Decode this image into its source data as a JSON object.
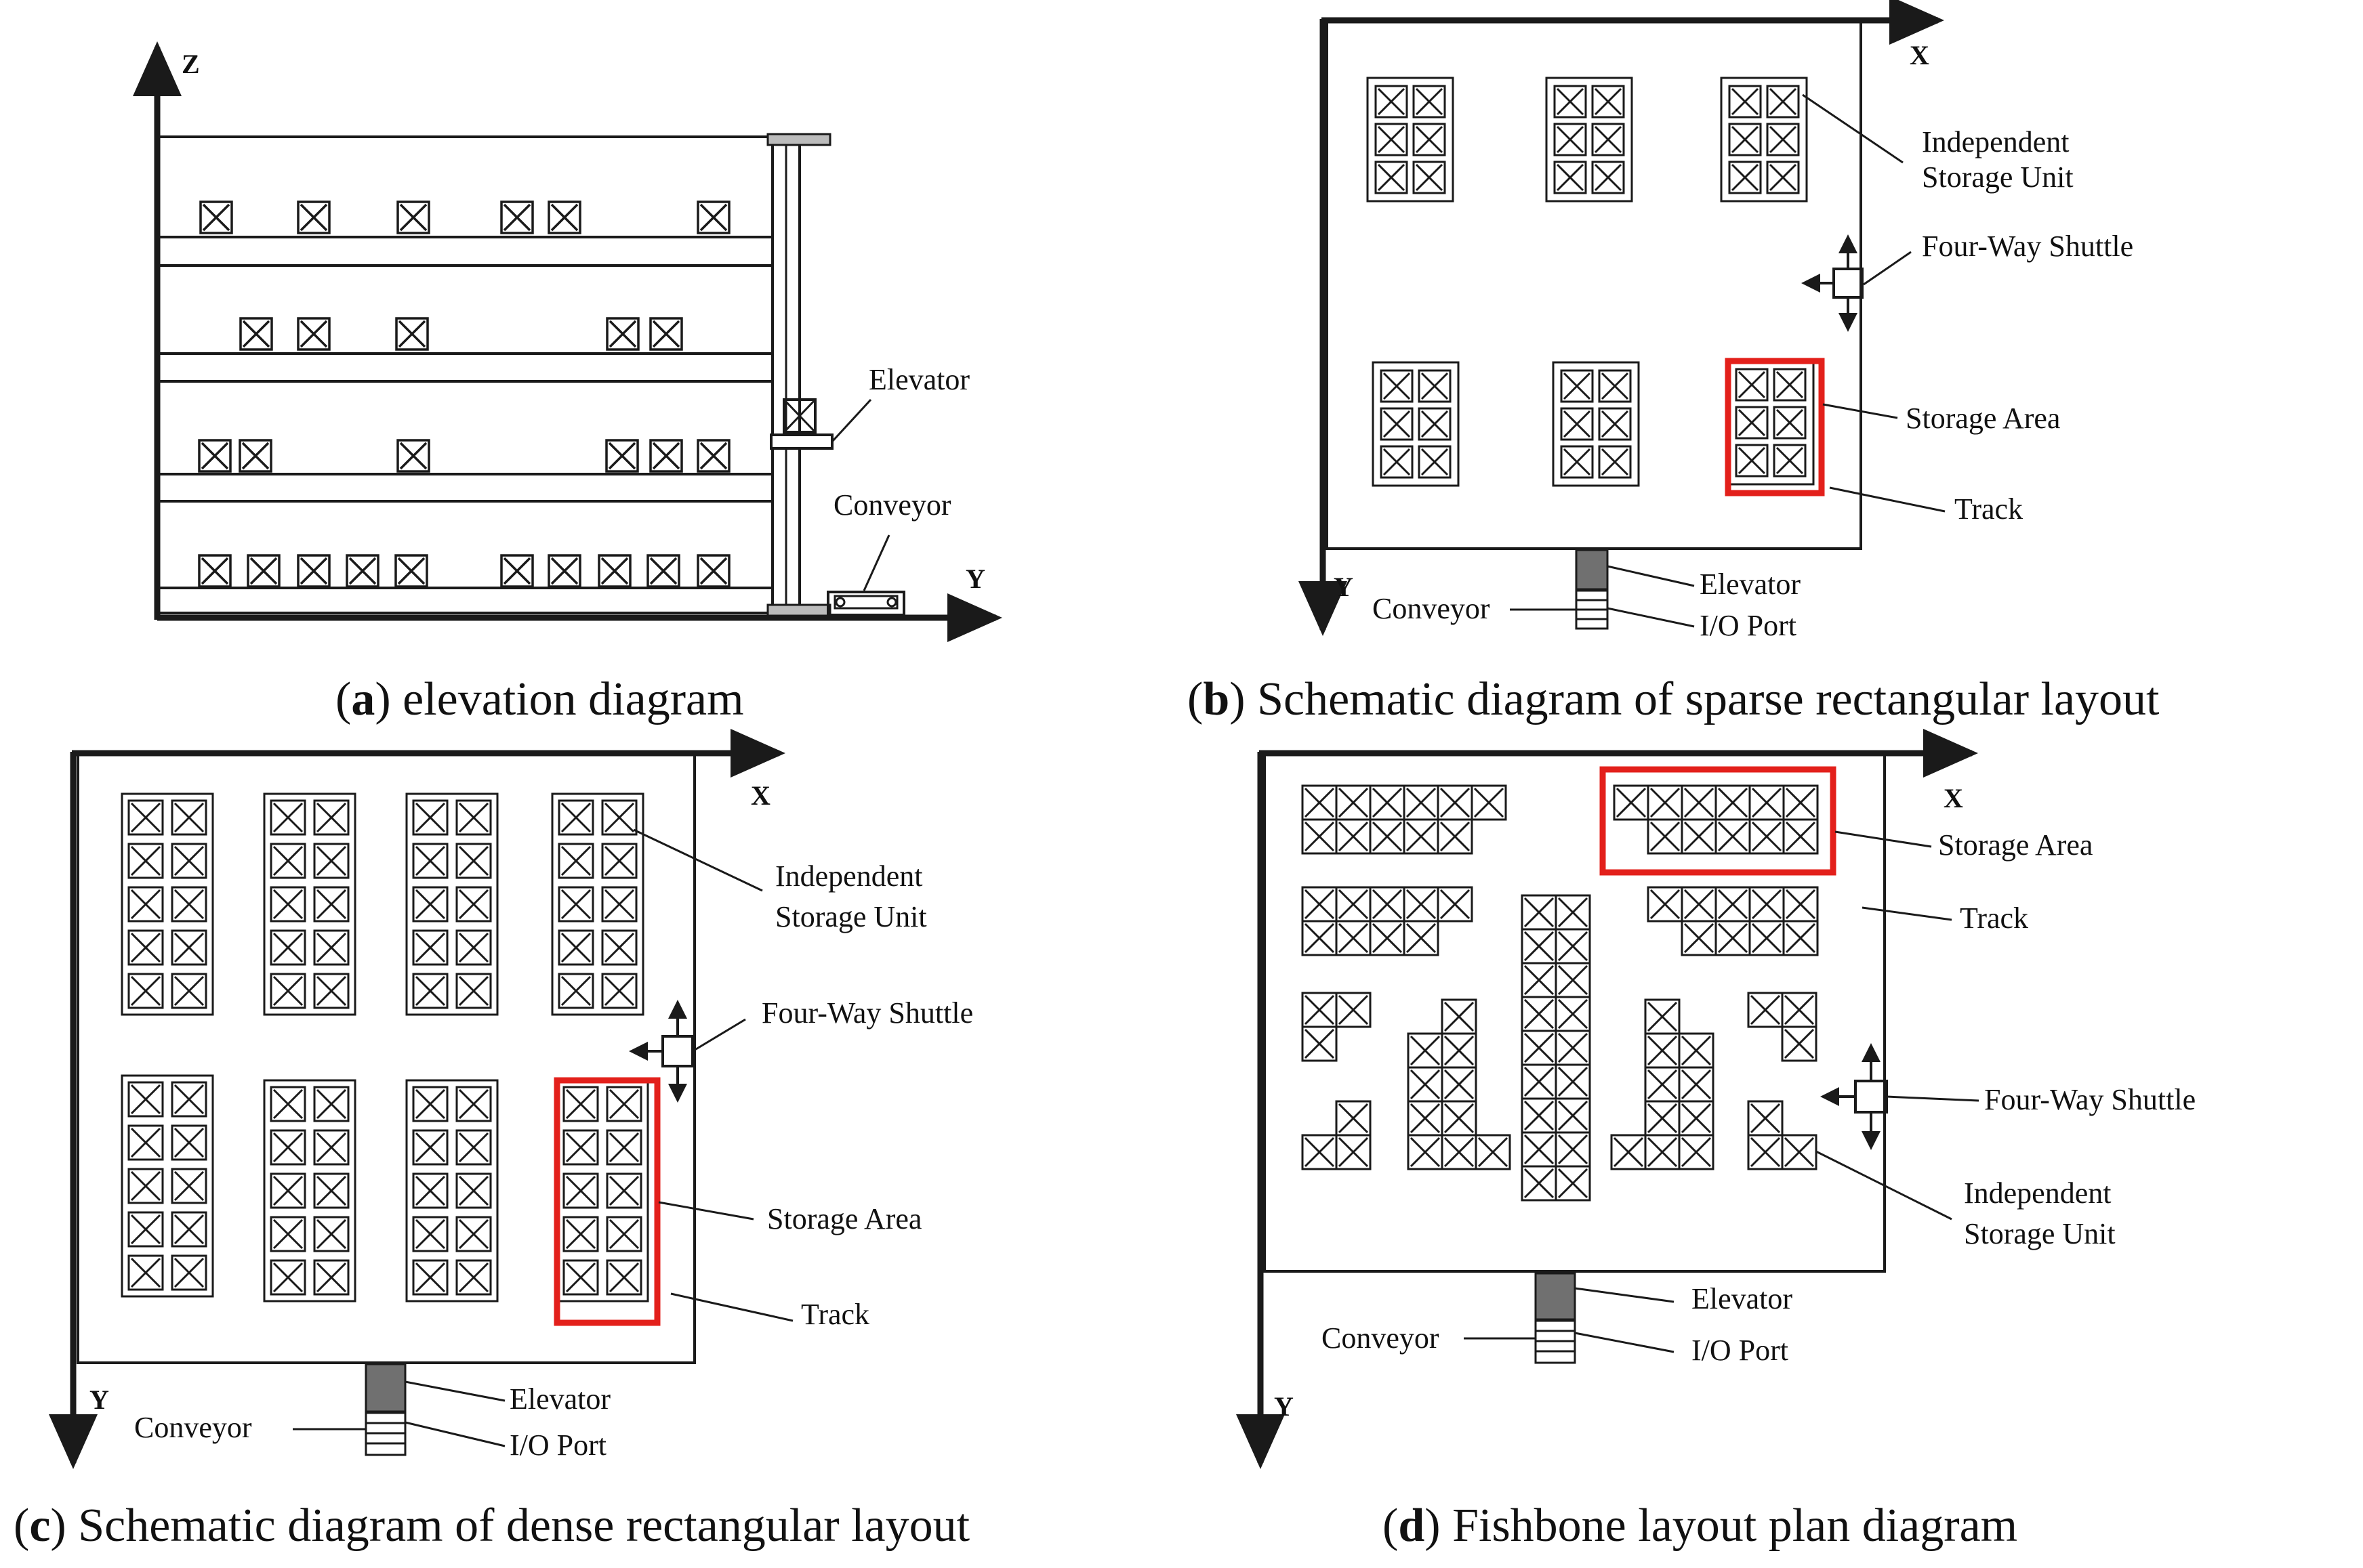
{
  "panels": {
    "a": {
      "letter": "a",
      "caption": "elevation diagram",
      "axis_z": "Z",
      "axis_y": "Y",
      "elevator_label": "Elevator",
      "conveyor_label": "Conveyor"
    },
    "b": {
      "letter": "b",
      "caption": "Schematic diagram of sparse rectangular layout",
      "axis_x": "X",
      "axis_y": "Y",
      "unit_label_1": "Independent",
      "unit_label_2": "Storage Unit",
      "shuttle_label": "Four-Way Shuttle",
      "storage_area_label": "Storage Area",
      "track_label": "Track",
      "elevator_label": "Elevator",
      "conveyor_label": "Conveyor",
      "io_label": "I/O Port"
    },
    "c": {
      "letter": "c",
      "caption": "Schematic diagram of dense rectangular layout",
      "axis_x": "X",
      "axis_y": "Y",
      "unit_label_1": "Independent",
      "unit_label_2": "Storage Unit",
      "shuttle_label": "Four-Way Shuttle",
      "storage_area_label": "Storage Area",
      "track_label": "Track",
      "elevator_label": "Elevator",
      "conveyor_label": "Conveyor",
      "io_label": "I/O Port"
    },
    "d": {
      "letter": "d",
      "caption": "Fishbone layout plan diagram",
      "axis_x": "X",
      "axis_y": "Y",
      "storage_area_label": "Storage Area",
      "track_label": "Track",
      "shuttle_label": "Four-Way Shuttle",
      "unit_label_1": "Independent",
      "unit_label_2": "Storage Unit",
      "elevator_label": "Elevator",
      "conveyor_label": "Conveyor",
      "io_label": "I/O Port"
    }
  },
  "colors": {
    "line": "#1a1a1a",
    "highlight": "#e3201b",
    "elevator_fill": "#707070"
  }
}
